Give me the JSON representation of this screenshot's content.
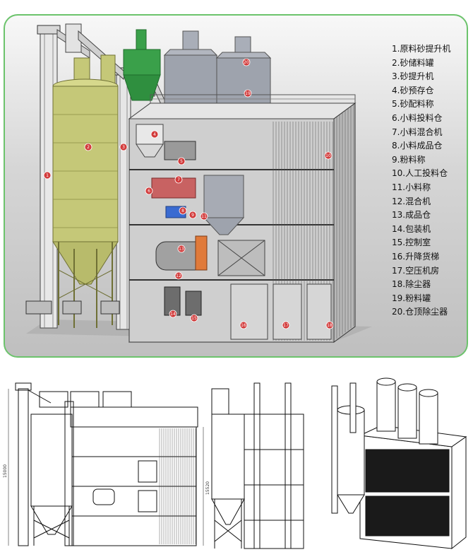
{
  "legend": [
    "1.原料砂提升机",
    "2.砂储料罐",
    "3.砂提升机",
    "4.砂预存仓",
    "5.砂配料称",
    "6.小料投料仓",
    "7.小料混合机",
    "8.小料成品仓",
    "9.粉料称",
    "10.人工投料仓",
    "11.小料称",
    "12.混合机",
    "13.成品仓",
    "14.包装机",
    "15.控制室",
    "16.升降货梯",
    "17.空压机房",
    "18.除尘器",
    "19.粉料罐",
    "20.仓顶除尘器"
  ],
  "dimensions": {
    "total_height": "15000",
    "floor_height": "15520"
  },
  "callouts": [
    "1",
    "2",
    "3",
    "4",
    "5",
    "6",
    "7",
    "8",
    "9",
    "10",
    "11",
    "12",
    "13",
    "14",
    "15",
    "16",
    "17",
    "18",
    "19",
    "20"
  ],
  "colors": {
    "panel_border": "#6cc36c",
    "sand_silo": "#c5c878",
    "cyclone": "#3aa04a",
    "powder_silo": "#9ea3ad",
    "marker": "#d23b3b"
  }
}
